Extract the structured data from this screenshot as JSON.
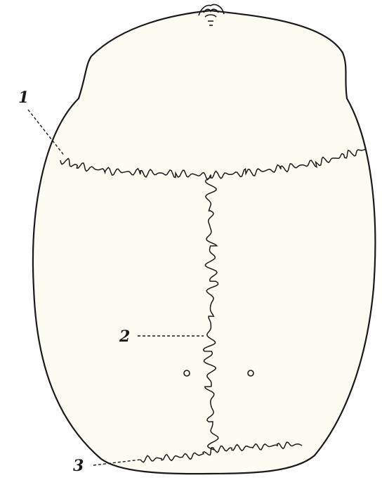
{
  "labels": {
    "one": "1",
    "two": "2",
    "three": "3"
  },
  "colors": {
    "background": "#ffffff",
    "skull_fill": "#fdfcf2",
    "ink": "#1a1a1a"
  }
}
